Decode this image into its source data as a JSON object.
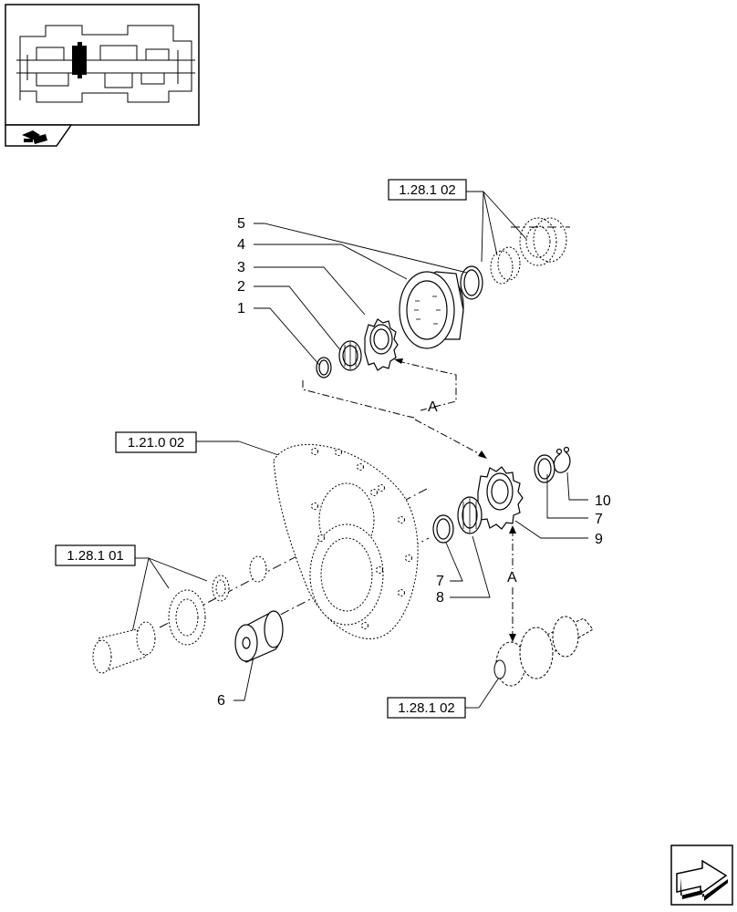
{
  "references": {
    "top_right": "1.28.1 02",
    "housing": "1.21.0 02",
    "left": "1.28.1 01",
    "bottom": "1.28.1 02"
  },
  "callouts": {
    "c1": "1",
    "c2": "2",
    "c3": "3",
    "c4": "4",
    "c5": "5",
    "c6": "6",
    "c7a": "7",
    "c7b": "7",
    "c8": "8",
    "c9": "9",
    "c10": "10"
  },
  "flow_labels": {
    "a_upper": "A",
    "a_lower": "A"
  },
  "icons": {
    "nav_thumbnail": "transmission-thumbnail-icon",
    "small_arrow": "small-arrow-icon",
    "next_page": "next-page-arrow-icon"
  }
}
